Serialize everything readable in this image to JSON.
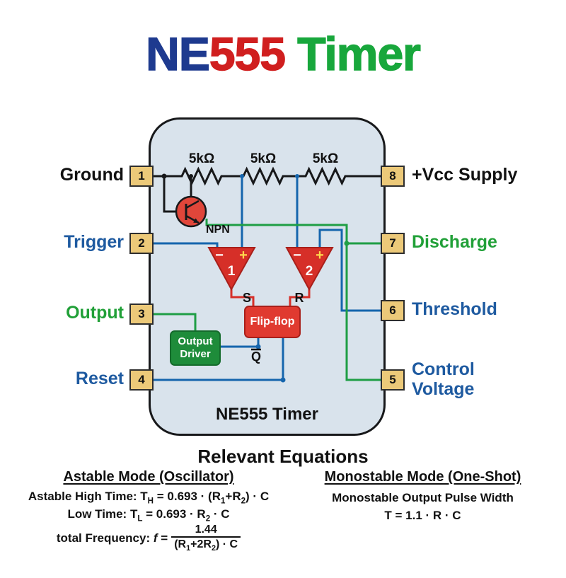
{
  "title": {
    "ne": "NE",
    "n555": "555",
    "timer": " Timer"
  },
  "colors": {
    "title_blue": "#1e3a8f",
    "title_red": "#d01f1f",
    "title_green": "#18a73c",
    "label_blue": "#1e5aa0",
    "label_green": "#21a038",
    "label_black": "#111111",
    "chip_fill": "#d9e3ec",
    "pin_fill": "#ecc979",
    "component_red": "#e03a30",
    "component_green": "#1e8c3a",
    "wire_blue": "#1565ad",
    "wire_green": "#1f9e45",
    "wire_black": "#17181a"
  },
  "pins": {
    "left": [
      {
        "num": "1",
        "label": "Ground"
      },
      {
        "num": "2",
        "label": "Trigger"
      },
      {
        "num": "3",
        "label": "Output"
      },
      {
        "num": "4",
        "label": "Reset"
      }
    ],
    "right": [
      {
        "num": "8",
        "label": "+Vcc Supply"
      },
      {
        "num": "7",
        "label": "Discharge"
      },
      {
        "num": "6",
        "label": "Threshold"
      },
      {
        "num": "5",
        "label": "Control Voltage",
        "lines": [
          "Control",
          "Voltage"
        ]
      }
    ]
  },
  "chip": {
    "name": "NE555 Timer",
    "resistors": [
      "5kΩ",
      "5kΩ",
      "5kΩ"
    ],
    "transistor": "NPN",
    "comparator1": {
      "minus": "−",
      "plus": "+",
      "number": "1"
    },
    "comparator2": {
      "minus": "−",
      "plus": "+",
      "number": "2"
    },
    "s": "S",
    "r": "R",
    "flipflop": "Flip-flop",
    "output_driver": [
      "Output",
      "Driver"
    ],
    "q_bar": "Q"
  },
  "equations": {
    "heading": "Relevant Equations",
    "astable": {
      "title": "Astable Mode (Oscillator)",
      "high_time": [
        {
          "t": "Astable High Time: T"
        },
        {
          "t": "H",
          "sub": true
        },
        {
          "t": " = 0.693 · (R"
        },
        {
          "t": "1",
          "sub": true
        },
        {
          "t": "+R"
        },
        {
          "t": "2",
          "sub": true
        },
        {
          "t": ") · C"
        }
      ],
      "low_time": [
        {
          "t": "Low Time: T"
        },
        {
          "t": "L",
          "sub": true
        },
        {
          "t": " = 0.693 · R"
        },
        {
          "t": "2",
          "sub": true
        },
        {
          "t": " · C"
        }
      ],
      "frequency_prefix": [
        {
          "t": "total Frequency: "
        },
        {
          "t": "f",
          "italic": true
        },
        {
          "t": " = "
        }
      ],
      "frequency_numerator": "1.44",
      "frequency_denominator": [
        {
          "t": "(R"
        },
        {
          "t": "1",
          "sub": true
        },
        {
          "t": "+2R"
        },
        {
          "t": "2",
          "sub": true
        },
        {
          "t": ") · C"
        }
      ]
    },
    "monostable": {
      "title": "Monostable Mode (One-Shot)",
      "line1": "Monostable Output Pulse Width",
      "line2": "T = 1.1 · R · C"
    }
  }
}
